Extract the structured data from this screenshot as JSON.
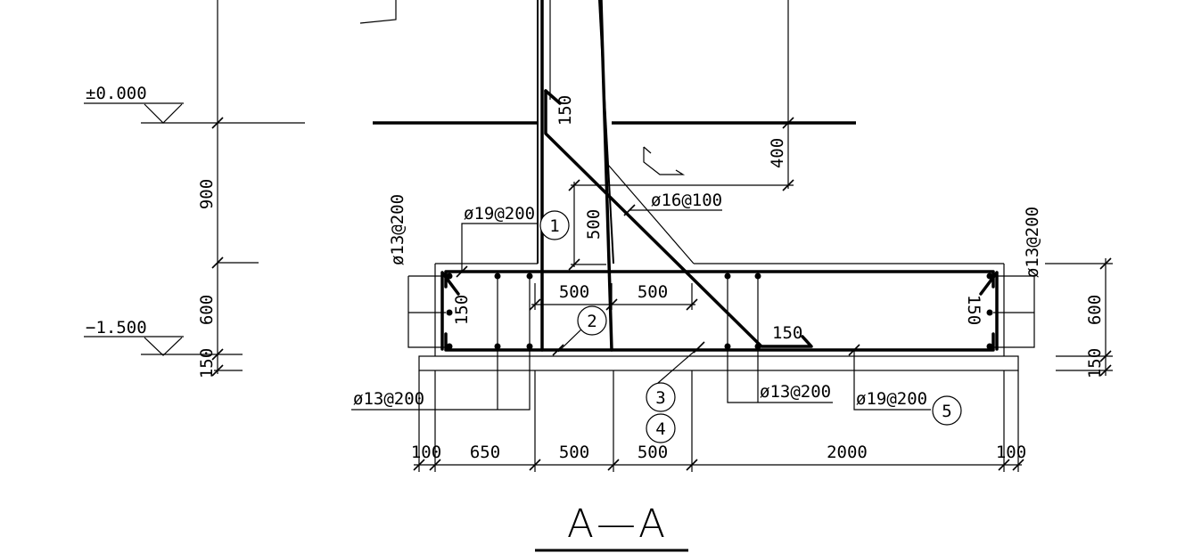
{
  "title": "A—A",
  "elevations": {
    "ground": "±0.000",
    "bottom": "−1.500"
  },
  "dimensions": {
    "left_900": "900",
    "left_600": "600",
    "left_150": "150",
    "right_600": "600",
    "right_150": "150",
    "wall_150": "150",
    "top_400": "400",
    "haunch_500": "500",
    "inner_500_left": "500",
    "inner_500_right": "500",
    "left_150_vert": "150",
    "right_150_vert": "150",
    "bottom_150": "150",
    "bottom_100_left": "100",
    "bottom_650": "650",
    "bottom_500_a": "500",
    "bottom_500_b": "500",
    "bottom_2000": "2000",
    "bottom_100_right": "100"
  },
  "rebar": {
    "r1": "ø19@200",
    "r_diag": "ø16@100",
    "r_left_side": "ø13@200",
    "r_right_side": "ø13@200",
    "r_bottom_left": "ø13@200",
    "r_bottom_mid": "ø13@200",
    "r5": "ø19@200"
  },
  "markers": {
    "m1": "1",
    "m2": "2",
    "m3": "3",
    "m4": "4",
    "m5": "5"
  }
}
